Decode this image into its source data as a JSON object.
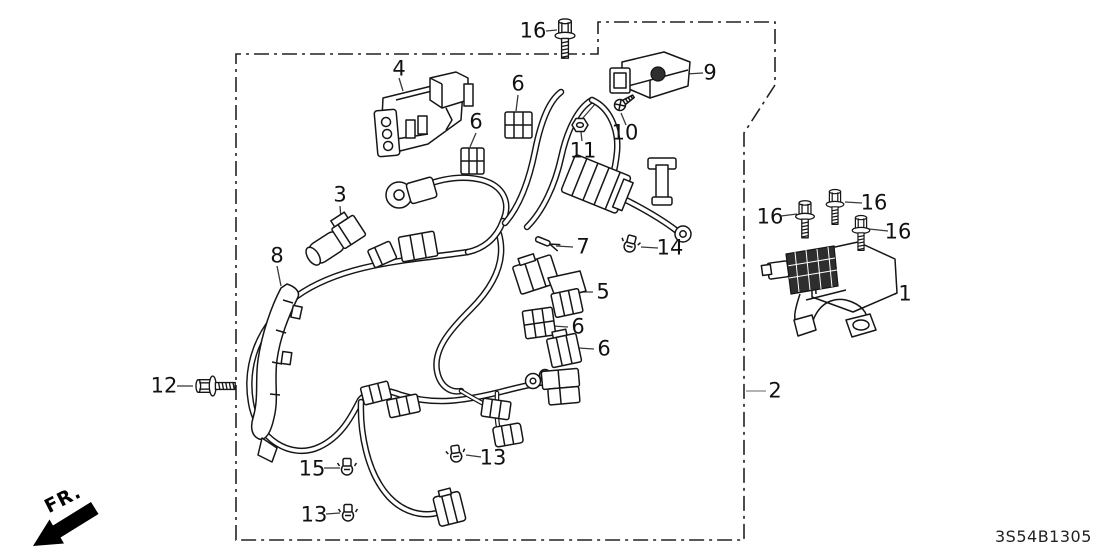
{
  "diagram_code": "3S54B1305",
  "fr_label": "FR.",
  "colors": {
    "line": "#161616",
    "background": "#ffffff",
    "boundary": "#222222",
    "leader_gray": "#9a9a9a"
  },
  "callouts": [
    {
      "id": "16-top",
      "label": "16"
    },
    {
      "id": "4",
      "label": "4"
    },
    {
      "id": "6-top",
      "label": "6"
    },
    {
      "id": "9",
      "label": "9"
    },
    {
      "id": "10",
      "label": "10"
    },
    {
      "id": "11",
      "label": "11"
    },
    {
      "id": "6-upper-left",
      "label": "6"
    },
    {
      "id": "3",
      "label": "3"
    },
    {
      "id": "7",
      "label": "7"
    },
    {
      "id": "14",
      "label": "14"
    },
    {
      "id": "5",
      "label": "5"
    },
    {
      "id": "6-middle",
      "label": "6"
    },
    {
      "id": "6-lower",
      "label": "6"
    },
    {
      "id": "8",
      "label": "8"
    },
    {
      "id": "12",
      "label": "12"
    },
    {
      "id": "2",
      "label": "2"
    },
    {
      "id": "1",
      "label": "1"
    },
    {
      "id": "16-right-1",
      "label": "16"
    },
    {
      "id": "16-right-2",
      "label": "16"
    },
    {
      "id": "16-right-3",
      "label": "16"
    },
    {
      "id": "15",
      "label": "15"
    },
    {
      "id": "13-left",
      "label": "13"
    },
    {
      "id": "13-middle",
      "label": "13"
    }
  ]
}
